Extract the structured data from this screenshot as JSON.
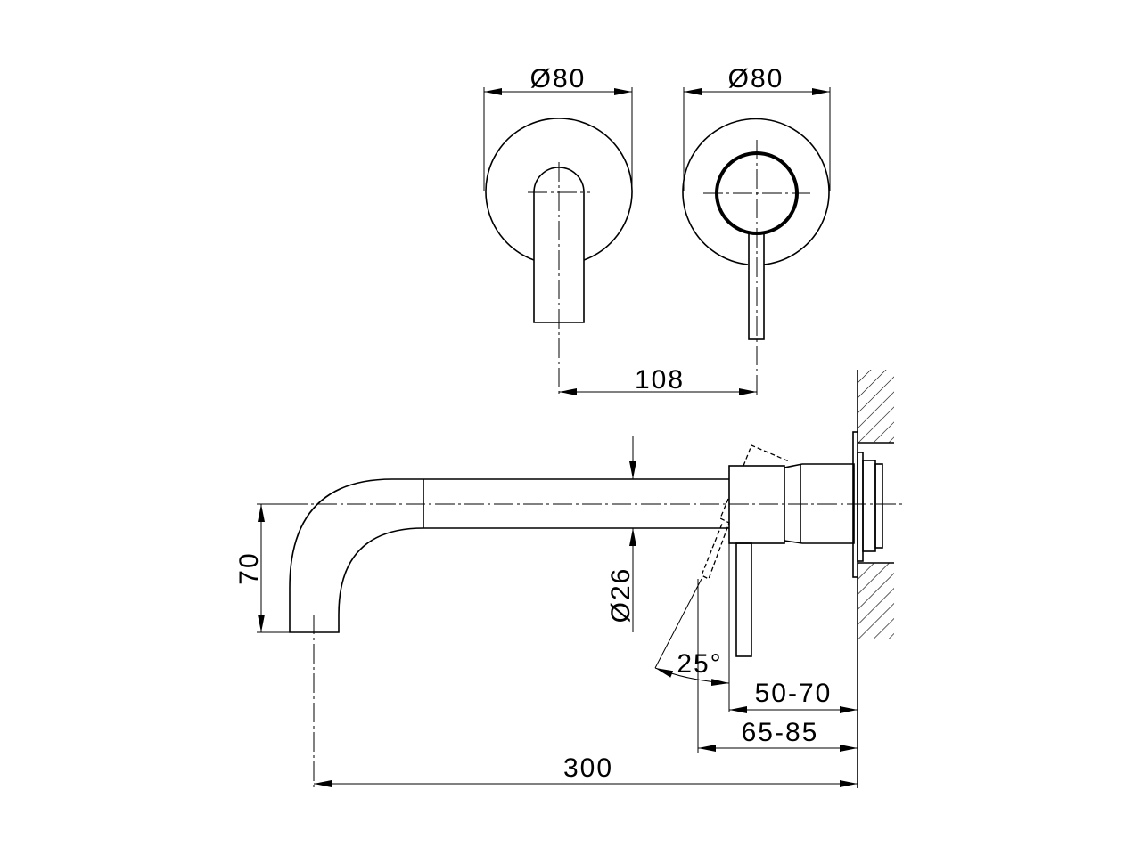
{
  "title": "Wall-mounted basin mixer technical drawing",
  "dimensions": {
    "left_plate_diameter": "Ø80",
    "right_plate_diameter": "Ø80",
    "center_distance": "108",
    "spout_height": "70",
    "spout_diameter": "Ø26",
    "lever_angle": "25°",
    "wall_depth_a": "50-70",
    "wall_depth_b": "65-85",
    "spout_projection": "300"
  }
}
